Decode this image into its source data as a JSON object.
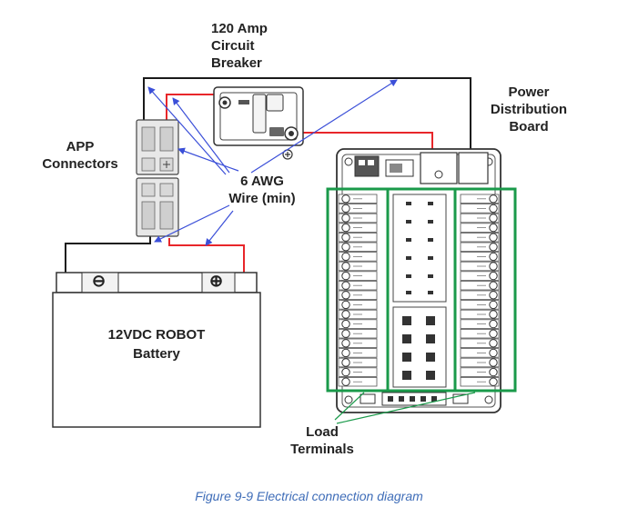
{
  "labels": {
    "breaker": [
      "120 Amp",
      "Circuit",
      "Breaker"
    ],
    "pdb": [
      "Power",
      "Distribution",
      "Board"
    ],
    "app": [
      "APP",
      "Connectors"
    ],
    "wire": [
      "6 AWG",
      "Wire (min)"
    ],
    "battery": [
      "12VDC ROBOT",
      "Battery"
    ],
    "load": [
      "Load",
      "Terminals"
    ],
    "battery_neg": "⊖",
    "battery_pos": "⊕"
  },
  "caption": "Figure 9-9 Electrical connection diagram",
  "colors": {
    "positive_wire": "#e8262a",
    "negative_wire": "#1a1a1a",
    "pointer": "#3b4fd8",
    "highlight": "#1a9a4a",
    "caption": "#3f6db8"
  }
}
